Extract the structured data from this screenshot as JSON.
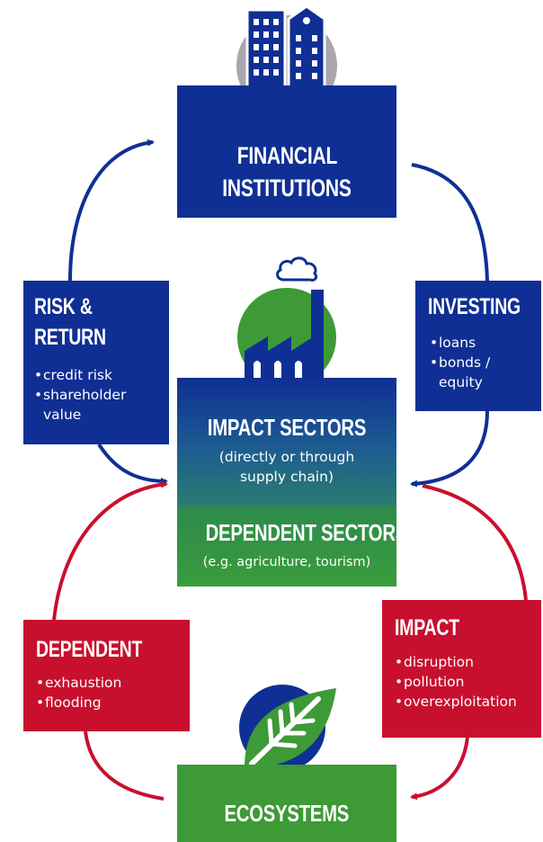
{
  "financial": {
    "line1": "FINANCIAL",
    "line2": "INSTITUTIONS"
  },
  "risk_return": {
    "line1": "RISK &",
    "line2": "RETURN",
    "bullets": [
      "credit risk",
      "shareholder",
      "value"
    ]
  },
  "investing": {
    "title": "INVESTING",
    "bullets": [
      "loans",
      "bonds /",
      "equity"
    ]
  },
  "sectors": {
    "impact_title": "IMPACT SECTORS",
    "impact_sub1": "(directly or through",
    "impact_sub2": "supply chain)",
    "dependent_title": "DEPENDENT SECTORS",
    "dependent_sub": "(e.g. agriculture, tourism)"
  },
  "dependent": {
    "title": "DEPENDENT",
    "bullets": [
      "exhaustion",
      "flooding"
    ]
  },
  "impact": {
    "title": "IMPACT",
    "bullets": [
      "disruption",
      "pollution",
      "overexploitation"
    ]
  },
  "ecosystems": {
    "title": "ECOSYSTEMS"
  },
  "colors": {
    "blue": "#0f2f94",
    "red": "#c8102e",
    "green": "#3d9a36",
    "grey": "#a7a7ad"
  },
  "icons": [
    "buildings-icon",
    "factory-icon",
    "cloud-icon",
    "leaf-icon"
  ]
}
